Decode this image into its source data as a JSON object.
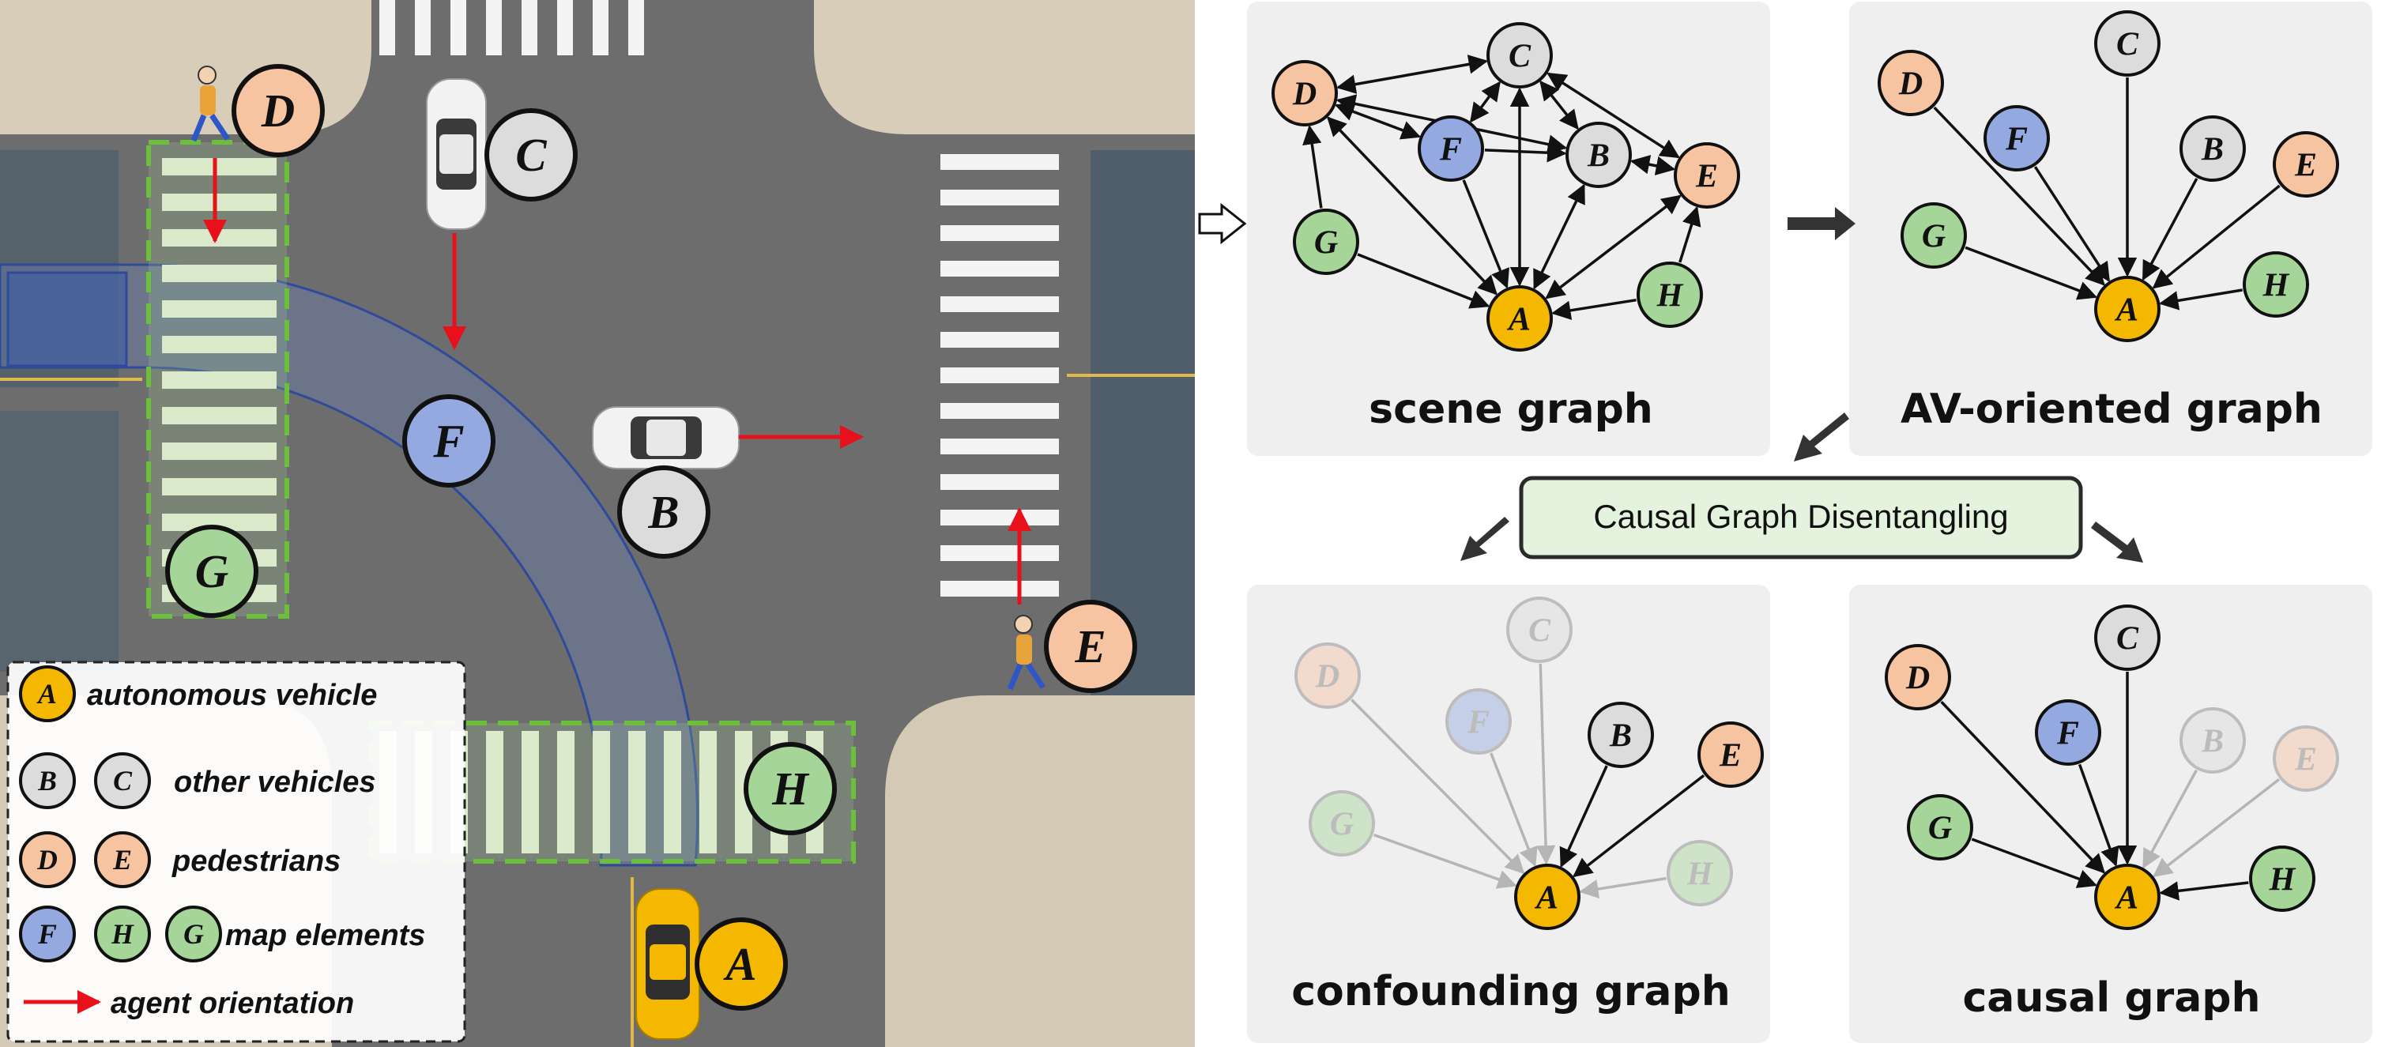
{
  "scene": {
    "agents": [
      {
        "letter": "A",
        "color": "#f5b800"
      },
      {
        "letter": "B",
        "color": "#dcdcdc"
      },
      {
        "letter": "C",
        "color": "#dcdcdc"
      },
      {
        "letter": "D",
        "color": "#f7c4a2"
      },
      {
        "letter": "E",
        "color": "#f7c4a2"
      },
      {
        "letter": "F",
        "color": "#93a9e0"
      },
      {
        "letter": "G",
        "color": "#a6d59a"
      },
      {
        "letter": "H",
        "color": "#a6d59a"
      }
    ]
  },
  "legend": {
    "items": [
      {
        "letters": [
          "A"
        ],
        "text": "autonomous vehicle"
      },
      {
        "letters": [
          "B",
          "C"
        ],
        "text": "other vehicles"
      },
      {
        "letters": [
          "D",
          "E"
        ],
        "text": "pedestrians"
      },
      {
        "letters": [
          "F",
          "H",
          "G"
        ],
        "text": "map elements"
      },
      {
        "letters": [],
        "text": "agent orientation"
      }
    ],
    "arrow_color": "#e8101a"
  },
  "panels": {
    "scene_graph": "scene graph",
    "av_oriented_graph": "AV-oriented graph",
    "confounding_graph": "confounding graph",
    "causal_graph": "causal graph"
  },
  "center_box": {
    "label": "Causal Graph Disentangling"
  },
  "colors": {
    "panel_bg": "#f0f0f0",
    "center_box_fill": "#e3f3dd",
    "center_box_border": "#2a2a2a",
    "road": "#6e6e6e",
    "sidewalk": "#d6cbb8",
    "blue_region": "#2f4a9a",
    "green_dash": "#6cbf3a"
  }
}
